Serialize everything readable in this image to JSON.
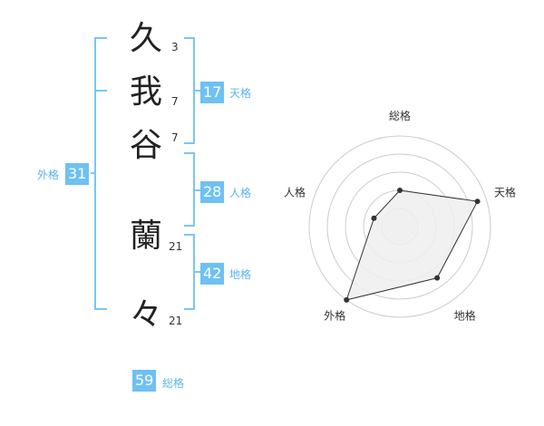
{
  "name_chars": [
    {
      "char": "久",
      "strokes": "3"
    },
    {
      "char": "我",
      "strokes": "7"
    },
    {
      "char": "谷",
      "strokes": "7"
    },
    {
      "char": "蘭",
      "strokes": "21"
    },
    {
      "char": "々",
      "strokes": "21"
    }
  ],
  "fortunes": {
    "tenkaku": {
      "value": "17",
      "label": "天格"
    },
    "jinkaku": {
      "value": "28",
      "label": "人格"
    },
    "chikaku": {
      "value": "42",
      "label": "地格"
    },
    "gaikaku": {
      "value": "31",
      "label": "外格"
    },
    "soukaku": {
      "value": "59",
      "label": "総格"
    }
  },
  "colors": {
    "accent": "#6ec1f2",
    "bracket": "#7ac6f4",
    "label": "#5ab4ec"
  },
  "chart_data": {
    "type": "radar",
    "axes": [
      "総格",
      "天格",
      "地格",
      "外格",
      "人格"
    ],
    "scale_max": 5,
    "rings": 5,
    "values": [
      2,
      4.5,
      3.5,
      5,
      1.5
    ]
  }
}
